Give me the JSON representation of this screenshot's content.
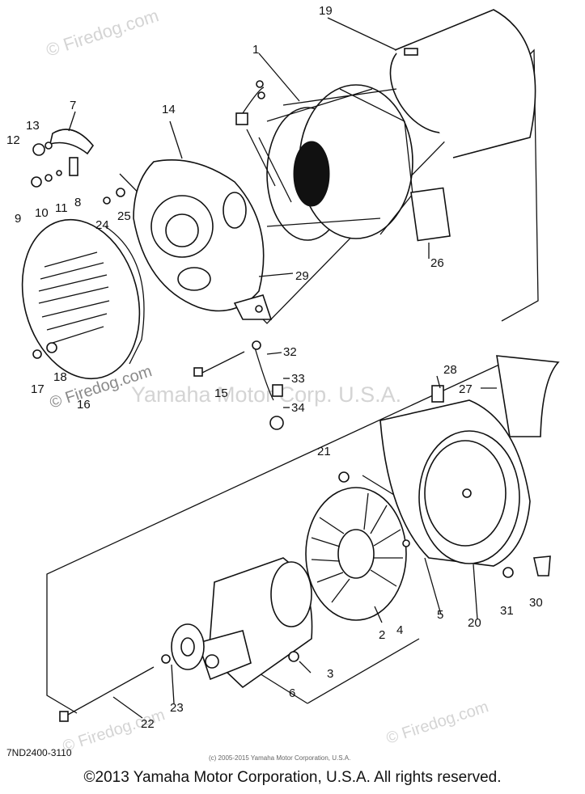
{
  "watermarks": {
    "site": "© Firedog.com",
    "brand": "Yamaha Motor Corp. U.S.A."
  },
  "callouts": [
    "1",
    "2",
    "3",
    "4",
    "5",
    "6",
    "7",
    "8",
    "9",
    "10",
    "11",
    "12",
    "13",
    "14",
    "15",
    "16",
    "17",
    "18",
    "19",
    "20",
    "21",
    "22",
    "23",
    "24",
    "25",
    "26",
    "27",
    "28",
    "29",
    "30",
    "31",
    "32",
    "33",
    "34"
  ],
  "footer": {
    "part_code": "7ND2400-3110",
    "small_copyright": "(c) 2005-2015 Yamaha Motor Corporation, U.S.A.",
    "copyright": "©2013 Yamaha Motor Corporation, U.S.A. All rights reserved."
  }
}
